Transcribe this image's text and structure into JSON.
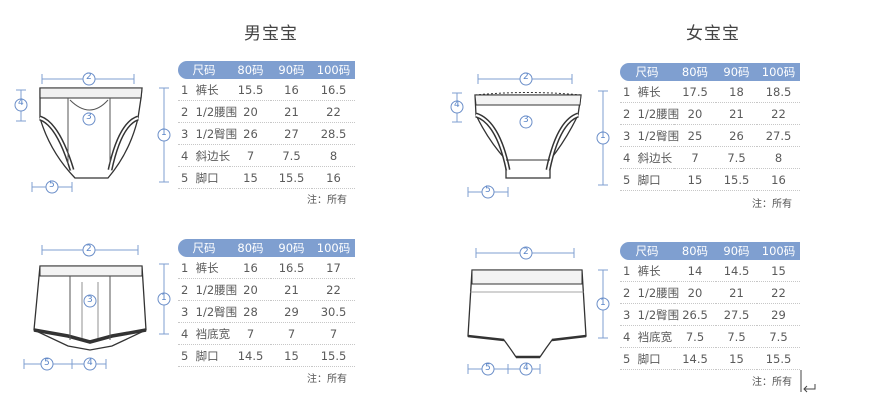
{
  "titles": {
    "boys": "男宝宝",
    "girls": "女宝宝"
  },
  "note": "注：所有",
  "panels": [
    {
      "id": "boys-brief",
      "columns": [
        "尺码",
        "80码",
        "90码",
        "100码"
      ],
      "rows": [
        {
          "no": "1",
          "label": "裤长",
          "values": [
            "15.5",
            "16",
            "16.5"
          ]
        },
        {
          "no": "2",
          "label": "1/2腰围",
          "values": [
            "20",
            "21",
            "22"
          ]
        },
        {
          "no": "3",
          "label": "1/2臀围",
          "values": [
            "26",
            "27",
            "28.5"
          ]
        },
        {
          "no": "4",
          "label": "斜边长",
          "values": [
            "7",
            "7.5",
            "8"
          ]
        },
        {
          "no": "5",
          "label": "脚口",
          "values": [
            "15",
            "15.5",
            "16"
          ]
        }
      ]
    },
    {
      "id": "girls-brief",
      "columns": [
        "尺码",
        "80码",
        "90码",
        "100码"
      ],
      "rows": [
        {
          "no": "1",
          "label": "裤长",
          "values": [
            "17.5",
            "18",
            "18.5"
          ]
        },
        {
          "no": "2",
          "label": "1/2腰围",
          "values": [
            "20",
            "21",
            "22"
          ]
        },
        {
          "no": "3",
          "label": "1/2臀围",
          "values": [
            "25",
            "26",
            "27.5"
          ]
        },
        {
          "no": "4",
          "label": "斜边长",
          "values": [
            "7",
            "7.5",
            "8"
          ]
        },
        {
          "no": "5",
          "label": "脚口",
          "values": [
            "15",
            "15.5",
            "16"
          ]
        }
      ]
    },
    {
      "id": "boys-boxer",
      "columns": [
        "尺码",
        "80码",
        "90码",
        "100码"
      ],
      "rows": [
        {
          "no": "1",
          "label": "裤长",
          "values": [
            "16",
            "16.5",
            "17"
          ]
        },
        {
          "no": "2",
          "label": "1/2腰围",
          "values": [
            "20",
            "21",
            "22"
          ]
        },
        {
          "no": "3",
          "label": "1/2臀围",
          "values": [
            "28",
            "29",
            "30.5"
          ]
        },
        {
          "no": "4",
          "label": "裆底宽",
          "values": [
            "7",
            "7",
            "7"
          ]
        },
        {
          "no": "5",
          "label": "脚口",
          "values": [
            "14.5",
            "15",
            "15.5"
          ]
        }
      ]
    },
    {
      "id": "girls-boxer",
      "columns": [
        "尺码",
        "80码",
        "90码",
        "100码"
      ],
      "rows": [
        {
          "no": "1",
          "label": "裤长",
          "values": [
            "14",
            "14.5",
            "15"
          ]
        },
        {
          "no": "2",
          "label": "1/2腰围",
          "values": [
            "20",
            "21",
            "22"
          ]
        },
        {
          "no": "3",
          "label": "1/2臀围",
          "values": [
            "26.5",
            "27.5",
            "29"
          ]
        },
        {
          "no": "4",
          "label": "裆底宽",
          "values": [
            "7.5",
            "7.5",
            "7.5"
          ]
        },
        {
          "no": "5",
          "label": "脚口",
          "values": [
            "14.5",
            "15",
            "15.5"
          ]
        }
      ]
    }
  ],
  "markers": [
    "1",
    "2",
    "3",
    "4",
    "5"
  ],
  "colors": {
    "accent": "#7f9fd0",
    "marker": "#5b86c8",
    "outline": "#333333"
  }
}
